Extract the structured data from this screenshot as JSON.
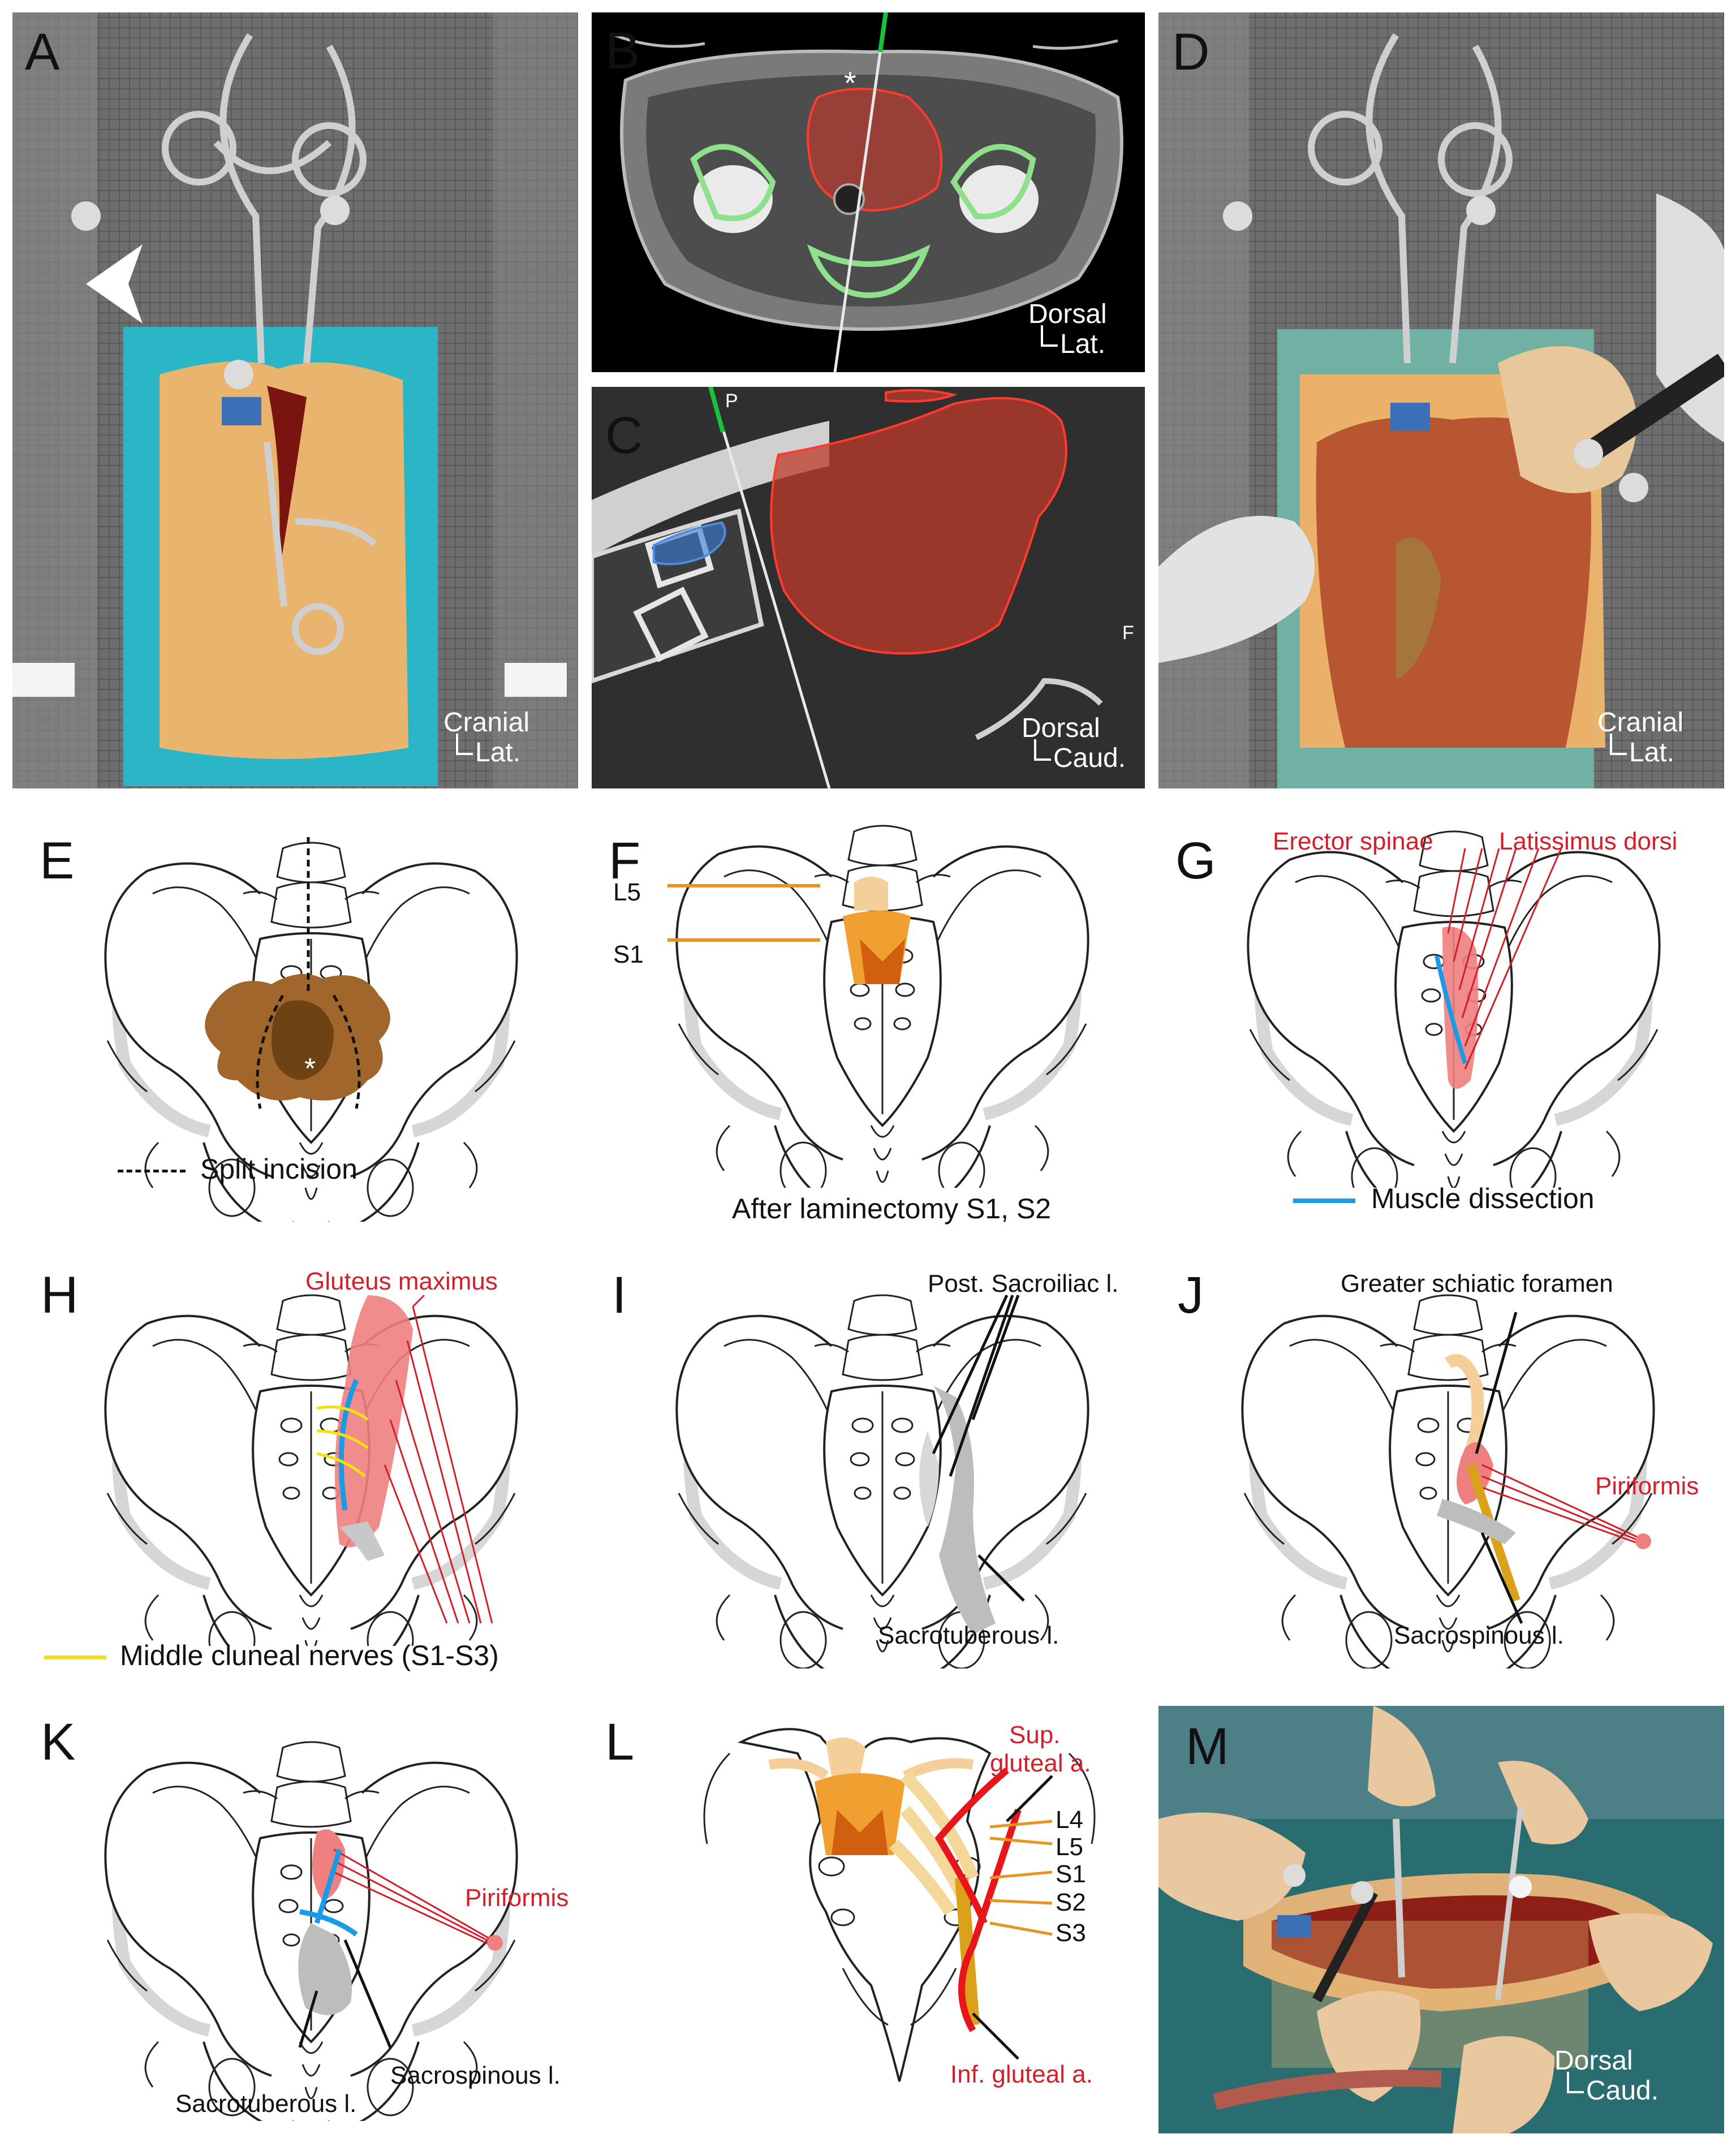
{
  "panels": {
    "A": {
      "label": "A",
      "orient_top": "Cranial",
      "orient_side": "Lat."
    },
    "B": {
      "label": "B",
      "marker": "*",
      "orient_top": "Dorsal",
      "orient_side": "Lat."
    },
    "C": {
      "label": "C",
      "tag_p": "P",
      "tag_f": "F",
      "orient_top": "Dorsal",
      "orient_side": "Caud."
    },
    "D": {
      "label": "D",
      "orient_top": "Cranial",
      "orient_side": "Lat."
    },
    "E": {
      "label": "E",
      "marker": "*",
      "legend": "Split incision"
    },
    "F": {
      "label": "F",
      "l5": "L5",
      "s1": "S1",
      "caption": "After laminectomy S1, S2"
    },
    "G": {
      "label": "G",
      "erector": "Erector spinae",
      "latissimus": "Latissimus dorsi",
      "legend": "Muscle dissection"
    },
    "H": {
      "label": "H",
      "gluteus": "Gluteus maximus",
      "legend": "Middle cluneal nerves (S1-S3)"
    },
    "I": {
      "label": "I",
      "post_sacroiliac": "Post. Sacroiliac l.",
      "sacrotuberous": "Sacrotuberous l."
    },
    "J": {
      "label": "J",
      "foramen": "Greater schiatic foramen",
      "piriformis": "Piriformis",
      "sacrospinous": "Sacrospinous l."
    },
    "K": {
      "label": "K",
      "piriformis": "Piriformis",
      "sacrotuberous": "Sacrotuberous l.",
      "sacrospinous": "Sacrospinous l."
    },
    "L": {
      "label": "L",
      "sup_gluteal_1": "Sup.",
      "sup_gluteal_2": "gluteal a.",
      "l4": "L4",
      "l5": "L5",
      "s1": "S1",
      "s2": "S2",
      "s3": "S3",
      "inf_gluteal": "Inf. gluteal a."
    },
    "M": {
      "label": "M",
      "orient_top": "Dorsal",
      "orient_side": "Caud."
    }
  },
  "colors": {
    "teal": "#2bb6c8",
    "skin": "#e9b46e",
    "tumor": "#c0392b",
    "muscle_red": "#d21f2a",
    "dissection_blue": "#1a9be8",
    "nerve_yellow": "#f2e10a",
    "ligament_gray": "#bdbdbd",
    "bone_brown": "#a0662c"
  }
}
